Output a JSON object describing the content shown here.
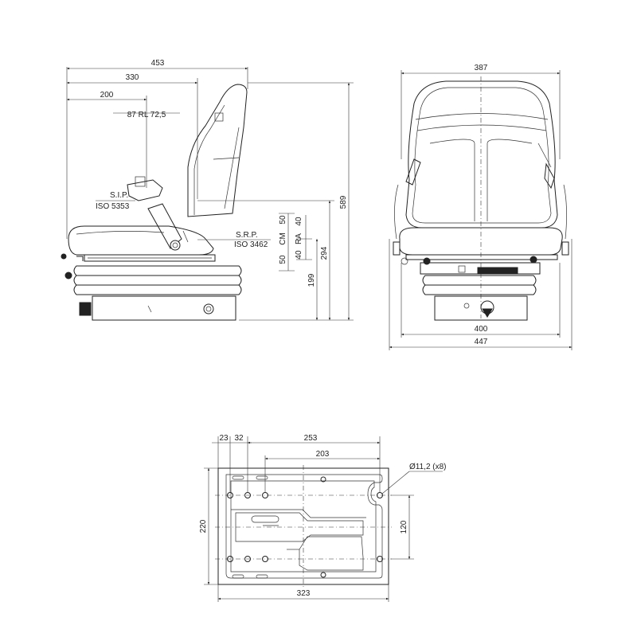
{
  "side_view": {
    "dims": {
      "w453": "453",
      "w330": "330",
      "w200": "200",
      "rl": "87  RL  72,5",
      "sip1": "S.I.P.",
      "sip2": "ISO 5353",
      "srp1": "S.R.P.",
      "srp2": "ISO 3462",
      "h589": "589",
      "h294": "294",
      "h199": "199",
      "cm50a": "50",
      "cm": "CM",
      "cm50b": "50",
      "ra40a": "40",
      "ra": "RA",
      "ra40b": "40"
    }
  },
  "front_view": {
    "dims": {
      "w387": "387",
      "w400": "400",
      "w447": "447"
    }
  },
  "base_plate": {
    "dims": {
      "d23": "23",
      "d32": "32",
      "d253": "253",
      "d203": "203",
      "hole": "Ø11,2 (x8)",
      "h220": "220",
      "h120": "120",
      "w323": "323"
    }
  }
}
